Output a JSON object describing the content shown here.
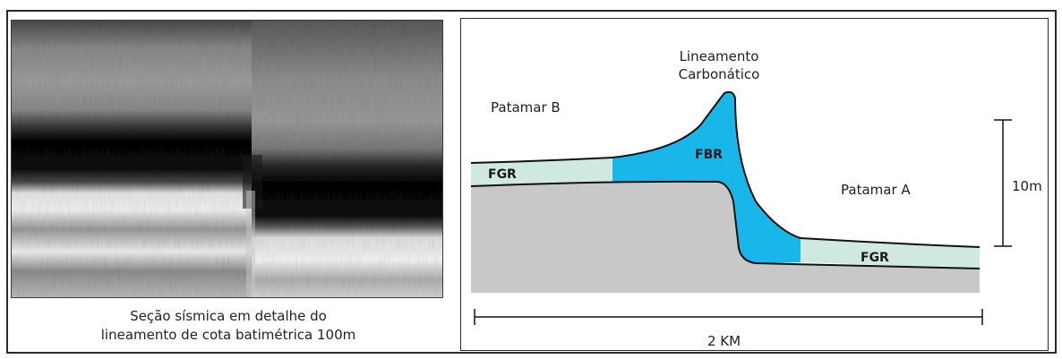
{
  "caption": {
    "line1": "Seção sísmica em detalhe do",
    "line2": "lineamento de  cota batimétrica 100m"
  },
  "diagram": {
    "title_line1": "Lineamento",
    "title_line2": "Carbonático",
    "label_patamar_b": "Patamar B",
    "label_patamar_a": "Patamar A",
    "label_fgr_left": "FGR",
    "label_fbr": "FBR",
    "label_fgr_right": "FGR",
    "label_vertical_scale": "10m",
    "label_horizontal_scale": "2 KM"
  },
  "colors": {
    "fgr_fill": "#cfe9e1",
    "fbr_fill": "#19b6ea",
    "basement_fill": "#c8c8c8",
    "outline": "#111111"
  }
}
